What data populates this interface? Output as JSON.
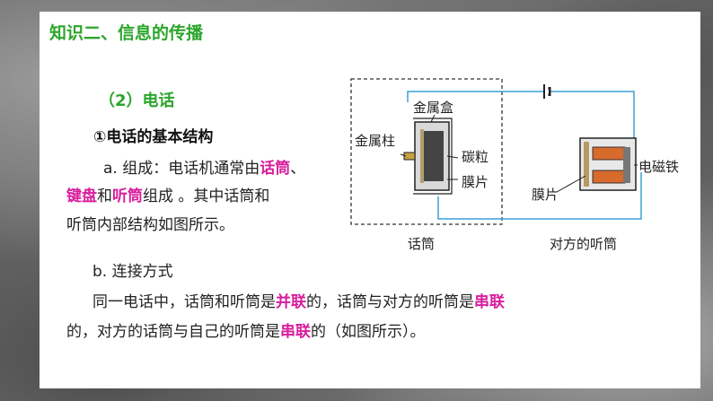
{
  "title": "知识二、信息的传播",
  "section": "（2）电话",
  "subsection": "①电话的基本结构",
  "composition": {
    "a_prefix": "a. 组成：电话机通常由",
    "huatong": "话筒",
    "dunhao": "、",
    "jianpan": "键盘",
    "he": "和",
    "tingtong": "听筒",
    "suffix": "组成 。其中话筒和",
    "line3": "听筒内部结构如图所示。"
  },
  "connection": {
    "b_label": "b. 连接方式",
    "l1_a": "同一电话中，话筒和听筒是",
    "l1_bing": "并联",
    "l1_b": "的，话筒与对方的听筒是",
    "l1_chuan": "串联",
    "l2_a": "的，对方的话筒与自己的听筒是",
    "l2_chuan": "串联",
    "l2_b": "的（如图所示）。"
  },
  "diagram": {
    "metal_box": "金属盒",
    "metal_post": "金属柱",
    "carbon": "碳粒",
    "diaphragm_left": "膜片",
    "electromagnet": "电磁铁",
    "diaphragm_right": "膜片",
    "mic_caption": "话筒",
    "receiver_caption": "对方的听筒"
  },
  "colors": {
    "green": "#2ca52c",
    "pink": "#d81d9c",
    "wire": "#3aa0d8"
  }
}
